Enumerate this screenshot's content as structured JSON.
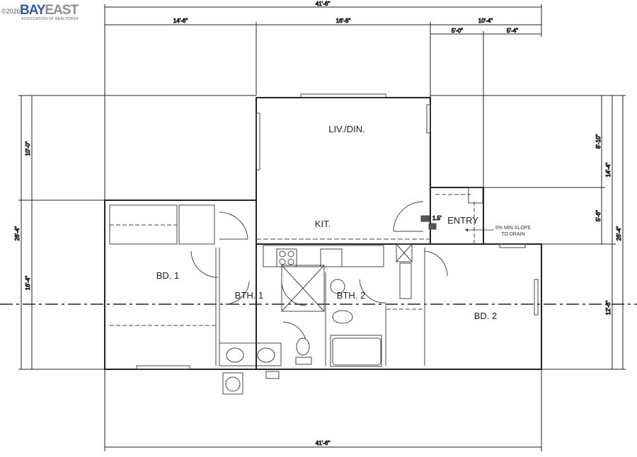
{
  "logo": {
    "copyright": "©2026",
    "brand_a": "BAY",
    "brand_b": "EAST",
    "subtitle": "ASSOCIATION OF REALTORS®"
  },
  "dimensions": {
    "top_total": "41'-6\"",
    "top_left": "14'-6\"",
    "top_mid": "16'-8\"",
    "top_right": "10'-4\"",
    "top_right_a": "5'-0\"",
    "top_right_b": "5'-4\"",
    "left_total": "26'-4\"",
    "left_upper": "10'-0\"",
    "left_lower": "16'-4\"",
    "right_a": "8'-10\"",
    "right_b": "5'-6\"",
    "right_upper": "14'-4\"",
    "right_lower": "12'-6\"",
    "right_total": "26'-4\"",
    "bottom_total": "41'-6\"",
    "entry_step": "1.5'"
  },
  "rooms": {
    "living": "LIV./DIN.",
    "kitchen": "KIT.",
    "entry": "ENTRY",
    "bed1": "BD. 1",
    "bath1": "BTH. 1",
    "bath2": "BTH. 2",
    "bed2": "BD. 2"
  },
  "notes": {
    "slope_line1": "5% MIN.SLOPE",
    "slope_line2": "TO DRAIN"
  },
  "colors": {
    "line": "#222222",
    "logo_blue": "#2b5aa8",
    "logo_gray": "#8a8f96"
  }
}
